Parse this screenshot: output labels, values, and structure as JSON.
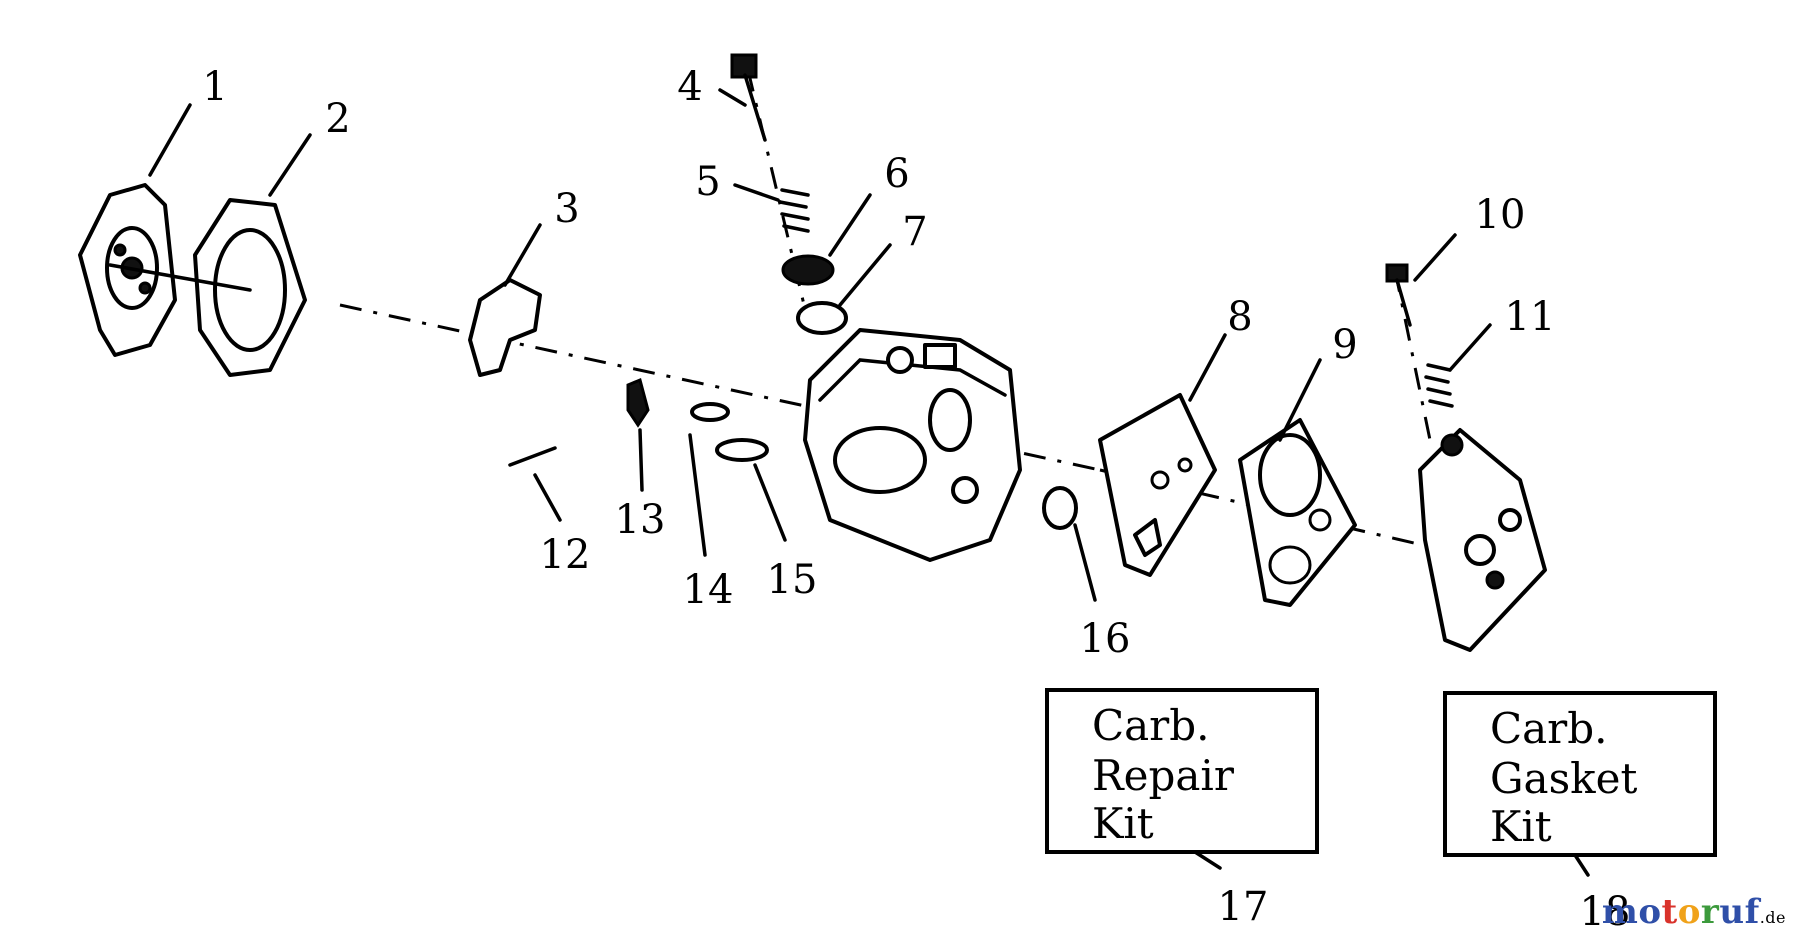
{
  "callouts": {
    "c1": "1",
    "c2": "2",
    "c3": "3",
    "c4": "4",
    "c5": "5",
    "c6": "6",
    "c7": "7",
    "c8": "8",
    "c9": "9",
    "c10": "10",
    "c11": "11",
    "c12": "12",
    "c13": "13",
    "c14": "14",
    "c15": "15",
    "c16": "16",
    "c17": "17",
    "c18": "18"
  },
  "kits": {
    "repair": {
      "line1": "Carb.",
      "line2": "Repair",
      "line3": "Kit"
    },
    "gasket": {
      "line1": "Carb.",
      "line2": "Gasket",
      "line3": "Kit"
    }
  },
  "watermark": {
    "letters": [
      "m",
      "o",
      "t",
      "o",
      "r",
      "u",
      "f"
    ],
    "colors": [
      "#2f4fa8",
      "#2f4fa8",
      "#d9322b",
      "#f0a21a",
      "#3c9a3c",
      "#2f4fa8",
      "#2f4fa8"
    ],
    "suffix": ".de"
  }
}
